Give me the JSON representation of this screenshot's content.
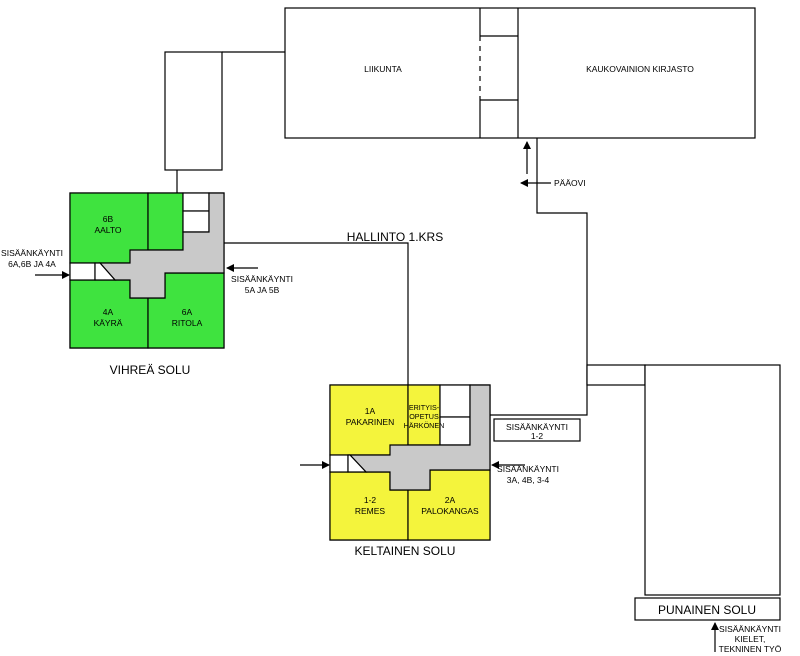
{
  "colors": {
    "green": "#3fe33f",
    "yellow": "#f4f43c",
    "corridor": "#c9c9c9",
    "line": "#000000"
  },
  "top_building": {
    "left_hall": "LIIKUNTA",
    "right_hall": "KAUKOVAINION KIRJASTO"
  },
  "main_door": "PÄÄOVI",
  "admin": "HALLINTO 1.KRS",
  "green_cell": {
    "name": "VIHREÄ SOLU",
    "rooms": [
      {
        "code": "6B",
        "name": "AALTO"
      },
      {
        "code": "4A",
        "name": "KÄYRÄ"
      },
      {
        "code": "6A",
        "name": "RITOLA"
      }
    ],
    "entrance_left": {
      "title": "SISÄÄNKÄYNTI",
      "detail": "6A,6B JA 4A"
    },
    "entrance_right": {
      "title": "SISÄÄNKÄYNTI",
      "detail": "5A JA 5B"
    }
  },
  "yellow_cell": {
    "name": "KELTAINEN SOLU",
    "rooms": [
      {
        "code": "1A",
        "name": "PAKARINEN"
      },
      {
        "code": "1-2",
        "name": "REMES"
      },
      {
        "code": "2A",
        "name": "PALOKANGAS"
      }
    ],
    "special_room": [
      "ERITYIS-",
      "OPETUS",
      "HÄRKÖNEN"
    ],
    "entrance_box": {
      "title": "SISÄÄNKÄYNTI",
      "detail": "1-2"
    },
    "entrance_right": {
      "title": "SISÄÄNKÄYNTI",
      "detail": "3A, 4B, 3-4"
    }
  },
  "red_cell": {
    "name": "PUNAINEN SOLU",
    "entrance": {
      "title": "SISÄÄNKÄYNTI",
      "lines": [
        "KIELET,",
        "TEKNINEN TYÖ"
      ]
    }
  }
}
